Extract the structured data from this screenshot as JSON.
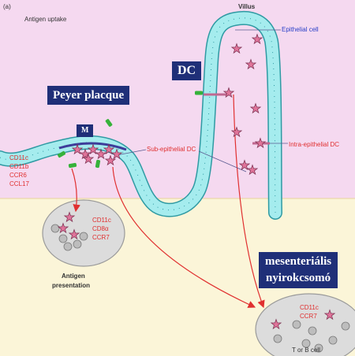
{
  "panel_label": "(a)",
  "header_left": "Antigen uptake",
  "header_right": "Villus",
  "epithelial_cell": "Epithelial cell",
  "intra_epithelial_dc": "Intra-epithelial DC",
  "sub_epithelial_dc": "Sub-epithelial DC",
  "markers_left": [
    "CD11c",
    "CD11b",
    "CCR6",
    "CCL17"
  ],
  "markers_node1": [
    "CD11c",
    "CD8α",
    "CCR7"
  ],
  "markers_node2": [
    "CD11c",
    "CCR7"
  ],
  "antigen_presentation": [
    "Antigen",
    "presentation"
  ],
  "t_or_b_cell": "T or B cell",
  "overlays": {
    "dc": "DC",
    "peyer": "Peyer placque",
    "m": "M",
    "mesenteric": [
      "mesenteriális",
      "nyirokcsomó"
    ]
  },
  "colors": {
    "lumen": "#f5d9f0",
    "tissue": "#fbf5d8",
    "epithelium": "#a5ecee",
    "cell_stroke": "#2f9aa3",
    "dc_fill": "#e0749a",
    "red_text": "#e03030",
    "blue_text": "#2a40c8",
    "antigen": "#36b23a",
    "label_box": "#1f2f78"
  }
}
